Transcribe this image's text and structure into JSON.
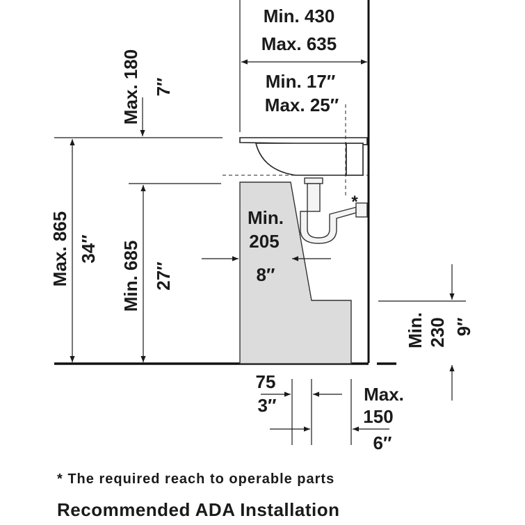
{
  "dimensions": {
    "clear_width_mm": [
      "Min. 430",
      "Max. 635"
    ],
    "clear_width_in": [
      "Min. 17″",
      "Max. 25″"
    ],
    "top_clear_mm": "Max. 180",
    "top_clear_in": "7″",
    "rim_height_mm": "Max. 865",
    "rim_height_in": "34″",
    "knee_height_mm": "Min. 685",
    "knee_height_in": "27″",
    "knee_depth_mm": [
      "Min.",
      "205"
    ],
    "knee_depth_in": "8″",
    "toe_height_mm": [
      "Min.",
      "230"
    ],
    "toe_height_in": "9″",
    "toe_offset_mm": "75",
    "toe_offset_in": "3″",
    "toe_depth_mm": [
      "Max.",
      "150"
    ],
    "toe_depth_in": "6″",
    "reach_marker": "*"
  },
  "footnote": "* The required reach to operable parts",
  "caption": "Recommended ADA Installation",
  "colors": {
    "ink": "#1a1a1a",
    "knee_fill": "#dcdcdc",
    "background": "#ffffff"
  }
}
